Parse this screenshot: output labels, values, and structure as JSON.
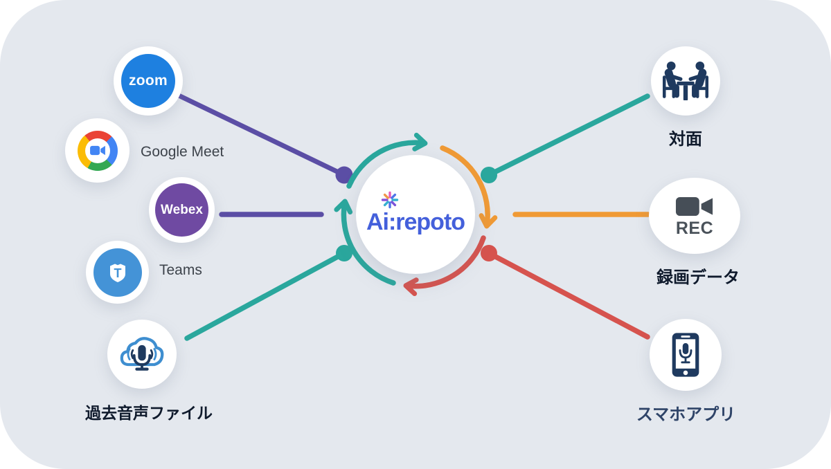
{
  "colors": {
    "background": "#e4e8ee",
    "teal": "#2aa79d",
    "orange": "#f09a35",
    "red": "#d6534e",
    "purple_connector": "#5b4ea5",
    "zoom_blue": "#1e80e0",
    "webex_purple": "#6f4aa2",
    "teams_blue": "#4493d7",
    "icon_navy": "#1f3a5f",
    "logo_blue": "#4460db",
    "rec_gray": "#464e57",
    "label_dark": "#0f1a2c",
    "meet_red": "#ea4335",
    "meet_blue": "#4285f4",
    "meet_green": "#34a853",
    "meet_yellow": "#fbbc05"
  },
  "center": {
    "logo_text": "Ai:repoto"
  },
  "left_nodes": {
    "zoom": {
      "badge": "zoom"
    },
    "google_meet": {
      "label": "Google Meet"
    },
    "webex": {
      "badge": "Webex"
    },
    "teams": {
      "label": "Teams",
      "badge": "T"
    },
    "audio": {
      "label": "過去音声ファイル"
    }
  },
  "right_nodes": {
    "taimen": {
      "label": "対面"
    },
    "rec": {
      "badge": "REC",
      "label": "録画データ"
    },
    "phone": {
      "label": "スマホアプリ"
    }
  }
}
